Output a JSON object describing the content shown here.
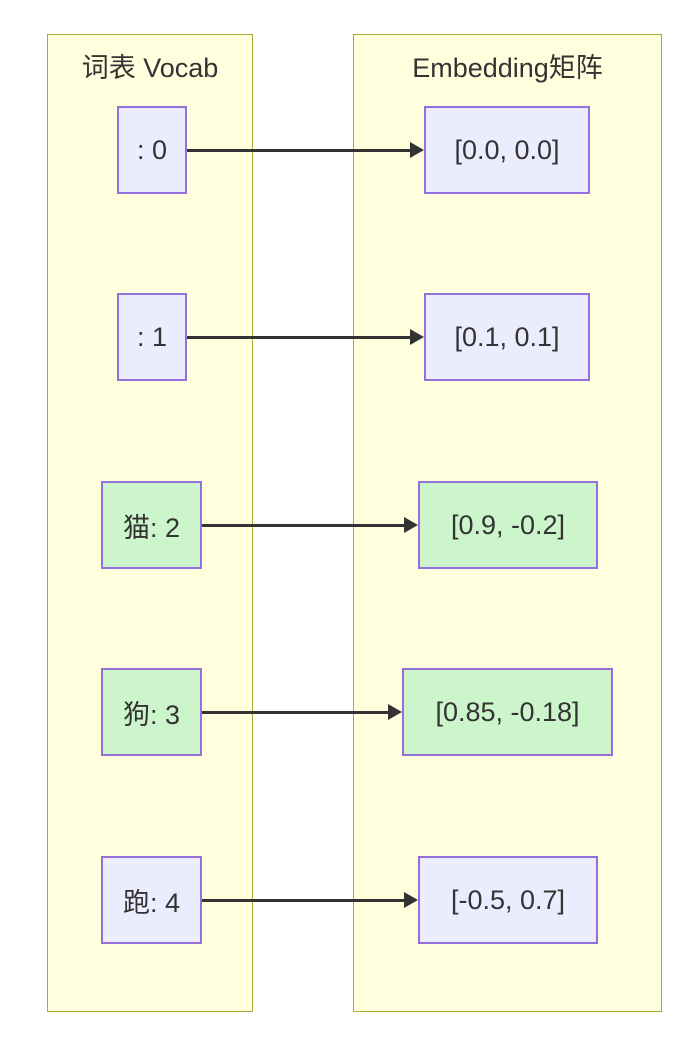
{
  "diagram": {
    "type": "vocab-embedding-mapping",
    "colors": {
      "page_bg": "#ffffff",
      "cluster_fill": "#ffffde",
      "cluster_border": "#aaaa33",
      "node_fill": "#ececff",
      "node_fill_green": "#ccf5cc",
      "node_border": "#9370db",
      "edge_color": "#333333",
      "text_color": "#333333"
    },
    "clusters": [
      {
        "id": "vocab",
        "title": "词表 Vocab"
      },
      {
        "id": "embedding",
        "title": "Embedding矩阵"
      }
    ],
    "rows": [
      {
        "token": ": 0",
        "vector": "[0.0, 0.0]",
        "style": "default"
      },
      {
        "token": ": 1",
        "vector": "[0.1, 0.1]",
        "style": "default"
      },
      {
        "token": "猫: 2",
        "vector": "[0.9, -0.2]",
        "style": "green"
      },
      {
        "token": "狗: 3",
        "vector": "[0.85, -0.18]",
        "style": "green"
      },
      {
        "token": "跑: 4",
        "vector": "[-0.5, 0.7]",
        "style": "default"
      }
    ]
  }
}
